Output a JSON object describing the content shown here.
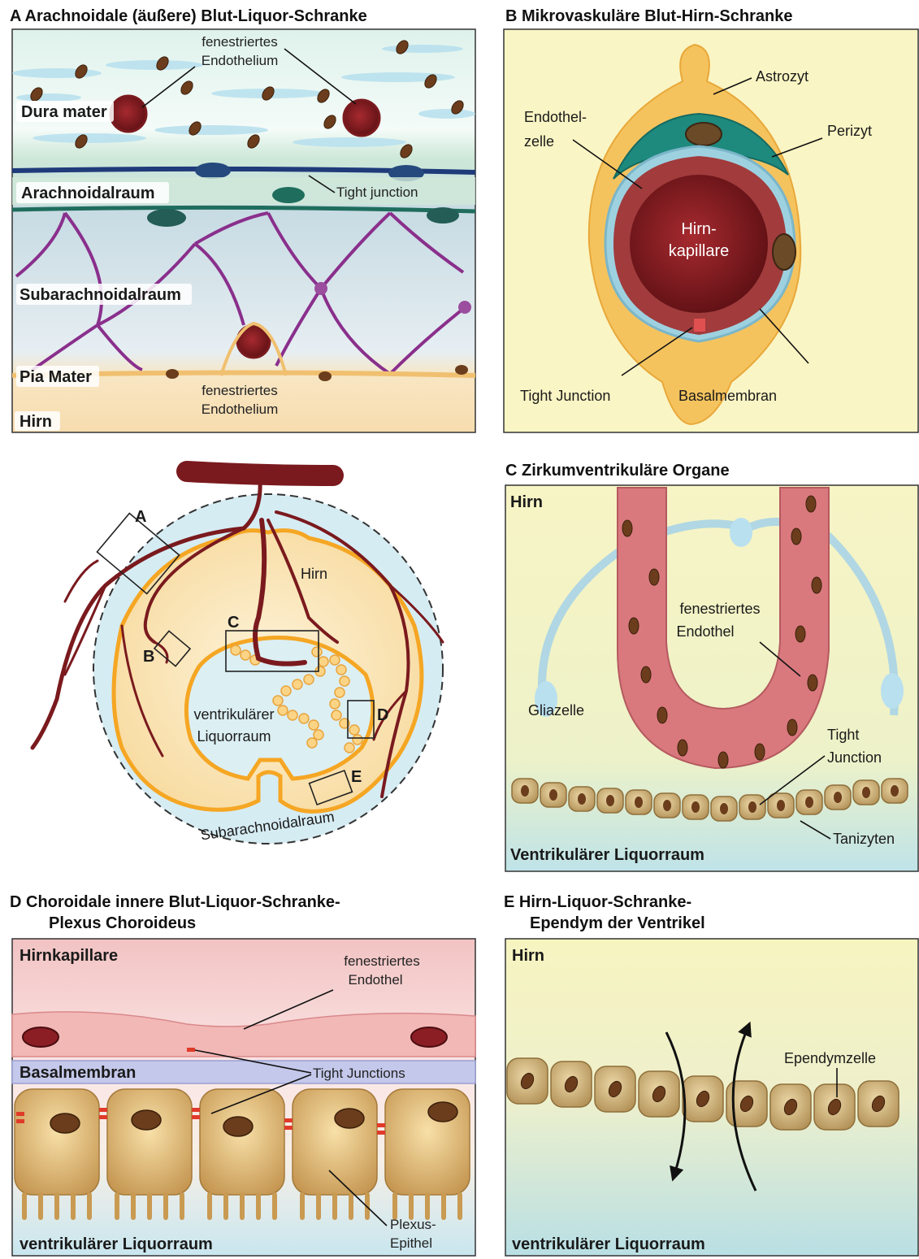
{
  "panelA": {
    "title": "A   Arachnoidale (äußere) Blut-Liquor-Schranke",
    "fen1_line1": "fenestriertes",
    "fen1_line2": "Endothelium",
    "dura": "Dura mater",
    "arachnoid": "Arachnoidalraum",
    "tight": "Tight junction",
    "subarach": "Subarachnoidalraum",
    "pia": "Pia Mater",
    "fen2_line1": "fenestriertes",
    "fen2_line2": "Endothelium",
    "hirn": "Hirn"
  },
  "panelB": {
    "title": "B   Mikrovaskuläre Blut-Hirn-Schranke",
    "astrozyt": "Astrozyt",
    "endo_line1": "Endothel-",
    "endo_line2": "zelle",
    "perizyt": "Perizyt",
    "cap_line1": "Hirn-",
    "cap_line2": "kapillare",
    "tight": "Tight Junction",
    "basal": "Basalmembran"
  },
  "overview": {
    "hirn": "Hirn",
    "ventr_line1": "ventrikulärer",
    "ventr_line2": "Liquorraum",
    "subarach": "Subarachnoidalraum",
    "letter_a": "A",
    "letter_b": "B",
    "letter_c": "C",
    "letter_d": "D",
    "letter_e": "E"
  },
  "panelC": {
    "title": "C   Zirkumventrikuläre Organe",
    "hirn": "Hirn",
    "fen_line1": "fenestriertes",
    "fen_line2": "Endothel",
    "glia": "Gliazelle",
    "tight_line1": "Tight",
    "tight_line2": "Junction",
    "tanizyten": "Tanizyten",
    "ventr": "Ventrikulärer Liquorraum"
  },
  "panelD": {
    "title_line1": "D   Choroidale innere Blut-Liquor-Schranke-",
    "title_line2": "Plexus Choroideus",
    "hirnkap": "Hirnkapillare",
    "fen_line1": "fenestriertes",
    "fen_line2": "Endothel",
    "basal": "Basalmembran",
    "tight": "Tight Junctions",
    "plexus_line1": "Plexus-",
    "plexus_line2": "Epithel",
    "ventr": "ventrikulärer Liquorraum"
  },
  "panelE": {
    "title_line1": "E   Hirn-Liquor-Schranke-",
    "title_line2": "Ependym der Ventrikel",
    "hirn": "Hirn",
    "ependym": "Ependymzelle",
    "ventr": "ventrikulärer Liquorraum"
  }
}
